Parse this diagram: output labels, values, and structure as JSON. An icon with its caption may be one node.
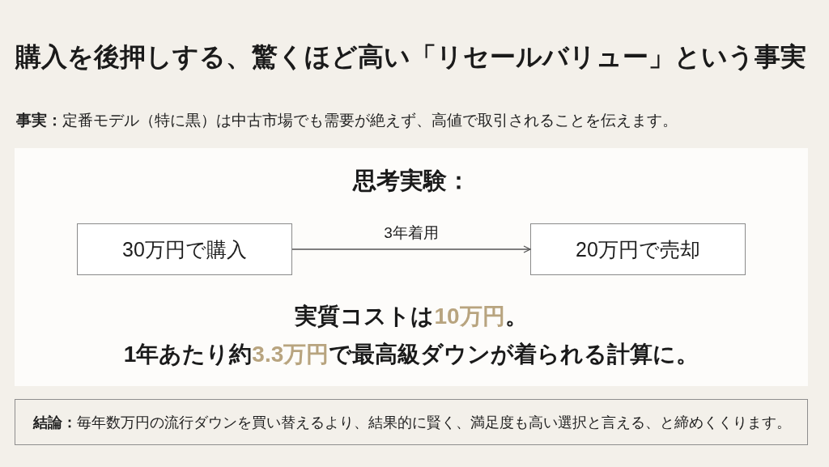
{
  "diagram": {
    "title": "購入を後押しする、驚くほど高い「リセールバリュー」という事実",
    "nodes": [
      {
        "text": [
          "思考実験：",
          "実質コストは**10万円**。",
          "1年あたり約**3.3万円**で最高級ダウンが着られる計算に。"
        ]
      },
      {
        "text": [
          "30万円で購入"
        ],
        "in": 0
      },
      {
        "text": [
          "20万円で売却"
        ],
        "in": 0
      },
      {
        "text": [
          "**結論：**毎年数万円の流行ダウンを買い替えるより、結果的に賢く、満足度も高い選択と言える、と締めくくります。"
        ]
      }
    ],
    "edges": [
      {
        "from": 1,
        "to": 2,
        "arrow": "to",
        "label": "3年着用"
      }
    ],
    "labels": [
      "**事実：**定番モデル（特に黒）は中古市場でも需要が絶えず、高値で取引されることを伝えます。"
    ]
  }
}
